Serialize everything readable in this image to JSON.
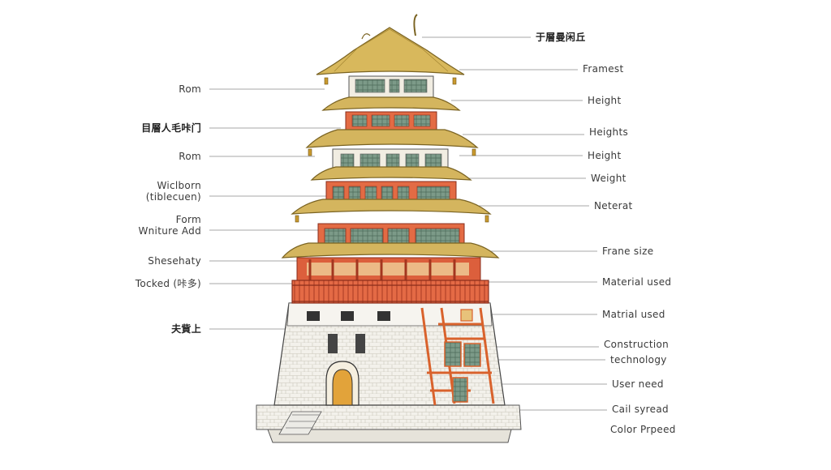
{
  "diagram": {
    "left_labels": [
      "Rom",
      "目層人毛咔门",
      "Rom",
      "Wiclborn",
      "(tiblecuen)",
      "Form",
      "Wniture Add",
      "Shesehaty",
      "Tocked (咔多)",
      "夫貲上"
    ],
    "right_labels": [
      "于層曼闲丘",
      "Framest",
      "Height",
      "Heights",
      "Height",
      "Weight",
      "Neterat",
      "Frane size",
      "Material used",
      "Matrial used",
      "Construction",
      "technology",
      "User need",
      "Cail syread",
      "Color Prpeed"
    ]
  },
  "colors": {
    "roof_gold": "#c9a84a",
    "wall_red": "#d8583a",
    "stone_base": "#f2f0ea",
    "lacquer_orange": "#e07a3c",
    "window_teal": "#6f8f7e",
    "leader_line": "#8a8a8a"
  }
}
